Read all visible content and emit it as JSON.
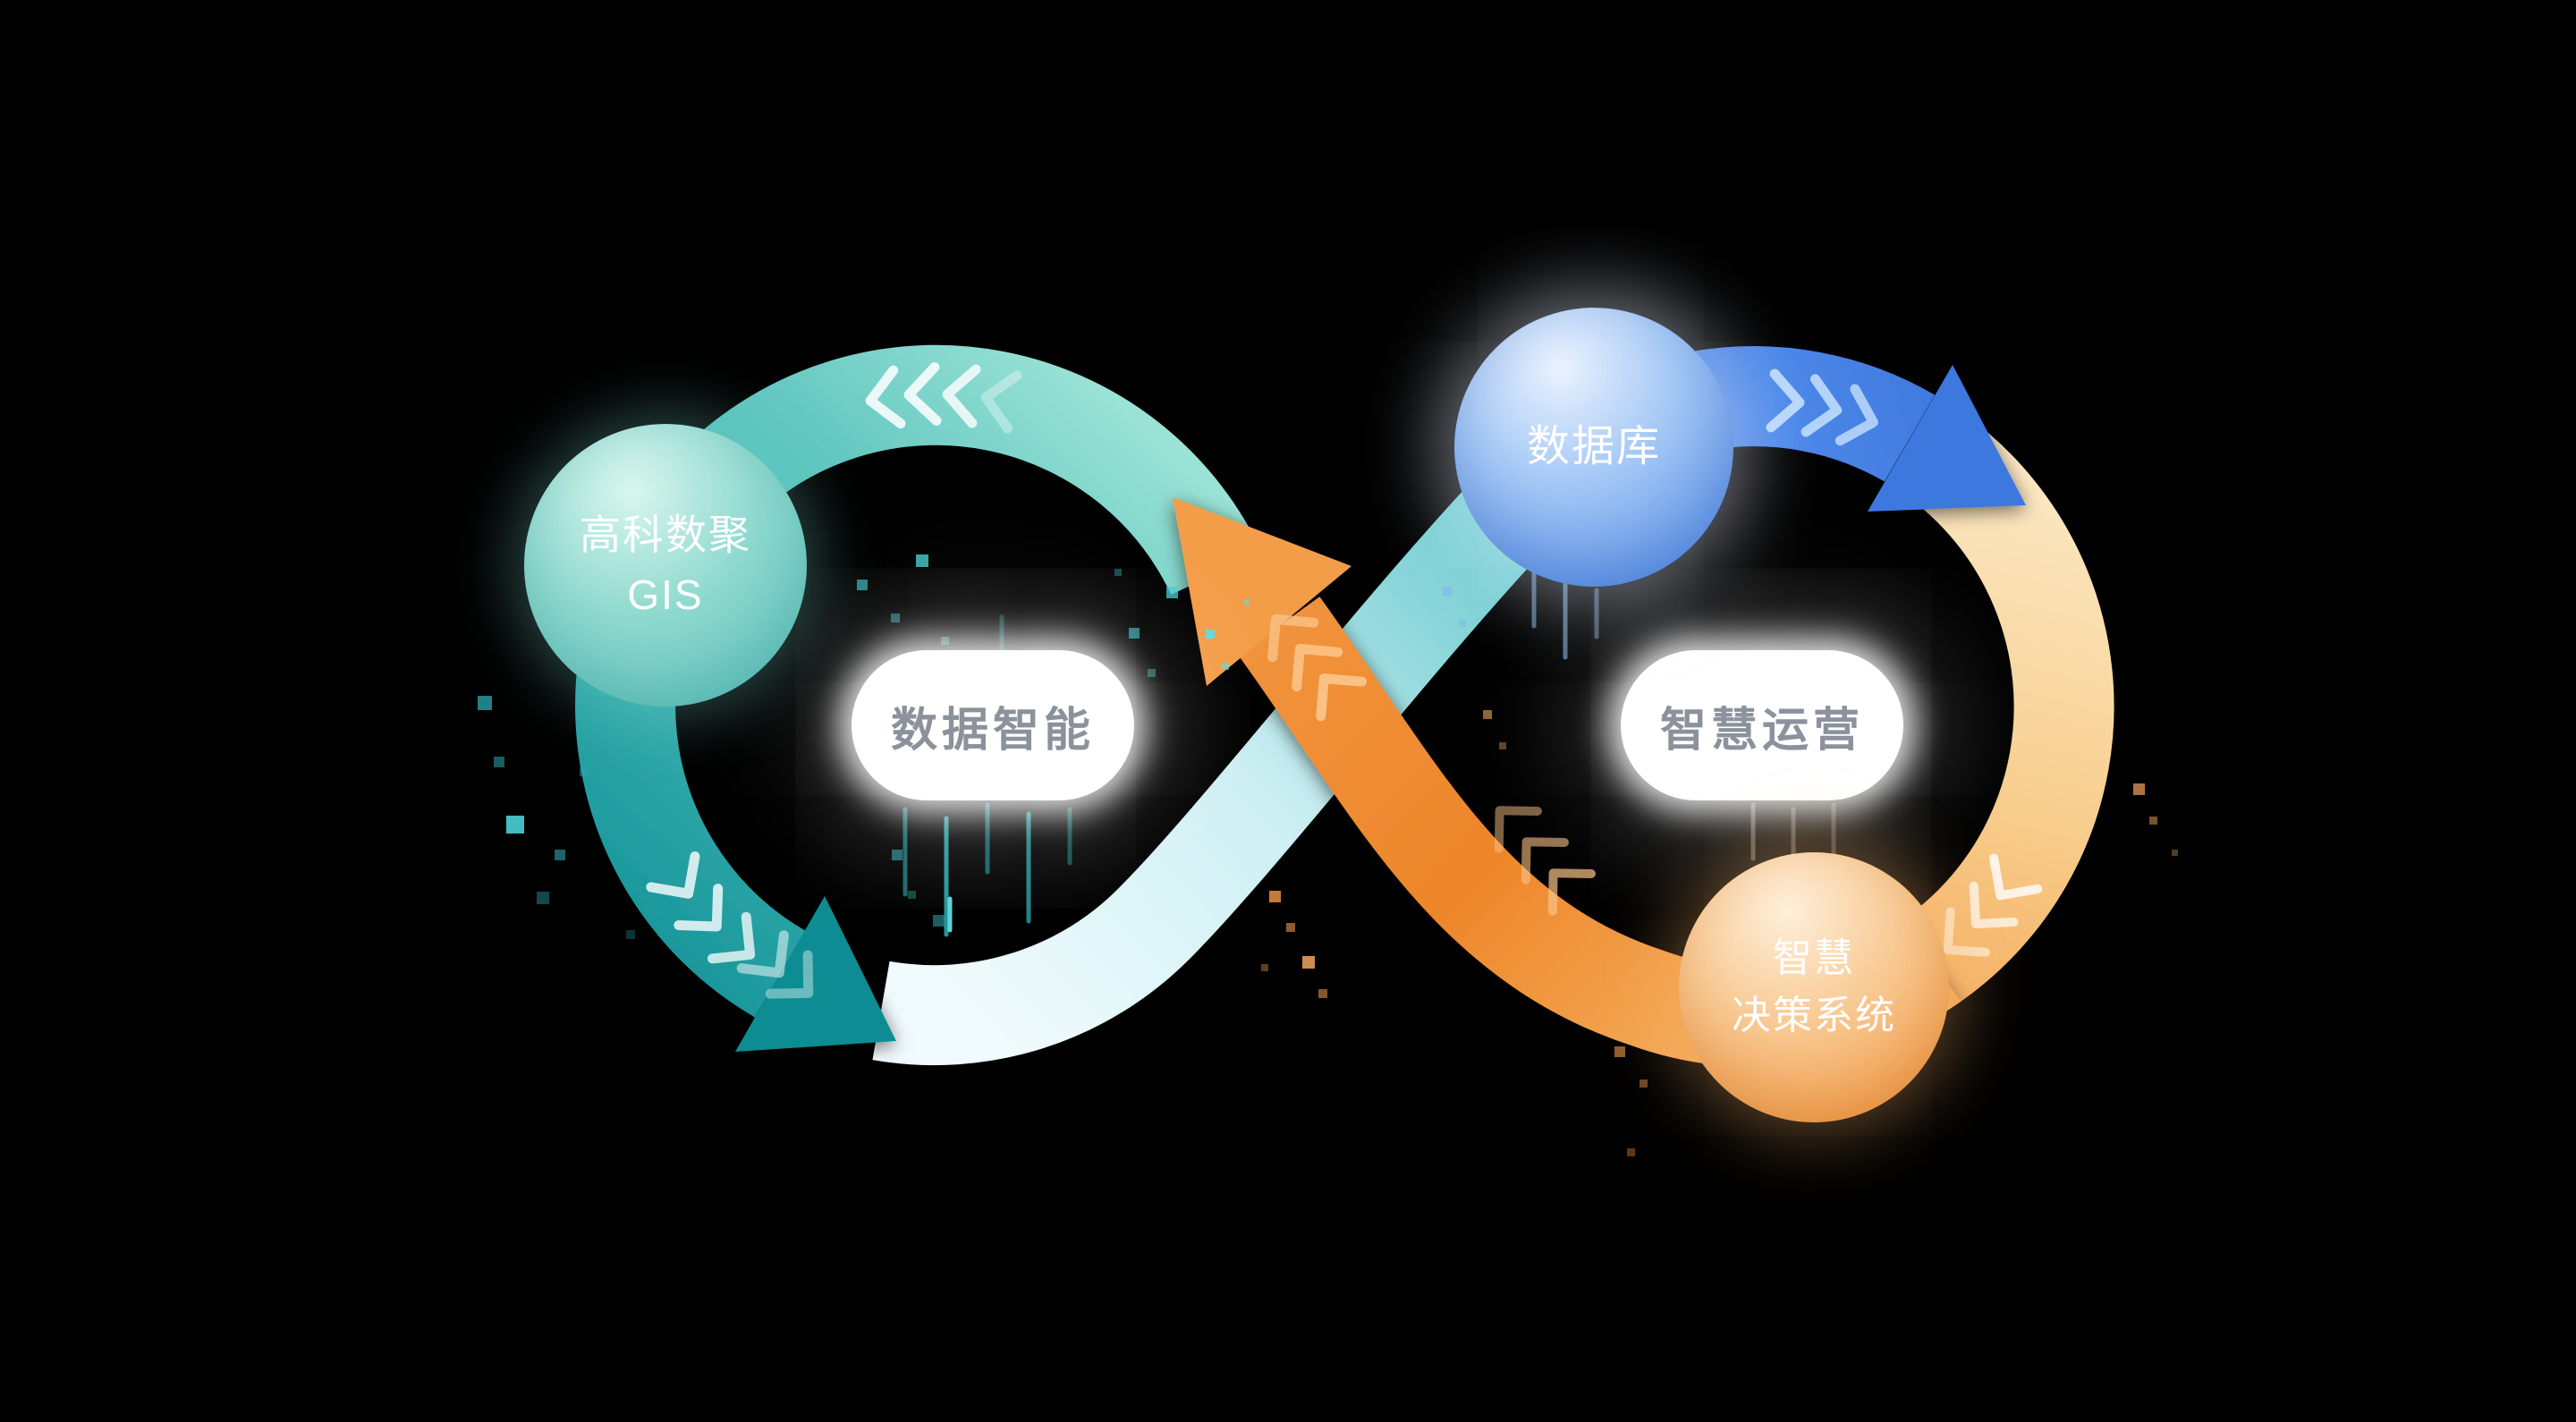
{
  "nodes": {
    "gis_circle": {
      "line1": "高科数聚",
      "line2": "GIS"
    },
    "database_circle": {
      "label": "数据库"
    },
    "decision_circle": {
      "line1": "智慧",
      "line2": "决策系统"
    }
  },
  "loop_labels": {
    "left": "数据智能",
    "right": "智慧运营"
  },
  "palette": {
    "teal_dark": "#129298",
    "teal_light": "#9CE3D6",
    "band_light": "#CDEFF3",
    "blue": "#4C88EA",
    "orange": "#EE8A2C",
    "gold_light": "#FAE2B8",
    "pill_text": "#8C929B",
    "node_text": "#FFFFFF",
    "background": "#000000"
  }
}
